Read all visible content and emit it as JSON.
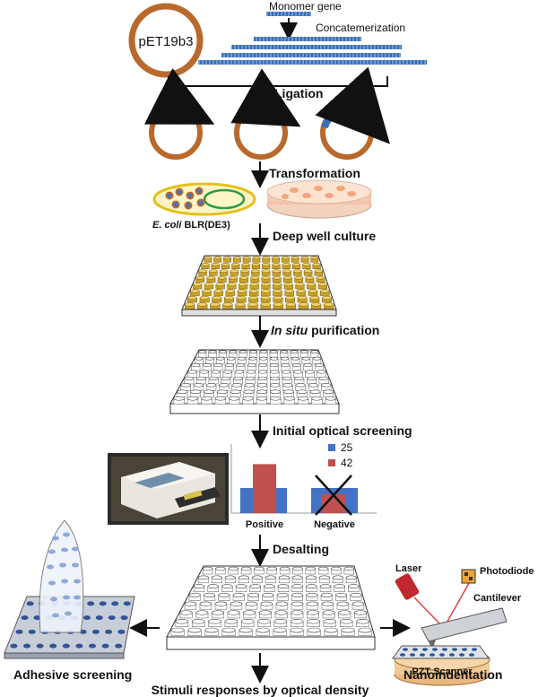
{
  "plasmid_label": "pET19b3",
  "monomer_gene": "Monomer gene",
  "concatemerization": "Concatemerization",
  "steps": {
    "ligation": "Ligation",
    "transformation": "Transformation",
    "deep_well": "Deep well culture",
    "in_situ_italic": "In situ",
    "in_situ_rest": " purification",
    "initial_screening": "Initial optical screening",
    "desalting": "Desalting",
    "stimuli": "Stimuli responses by optical density",
    "adhesive": "Adhesive screening",
    "nanoindentation": "Nanoindentation"
  },
  "ecoli_italic": "E. coli",
  "ecoli_rest": " BLR(DE3)",
  "afm": {
    "laser": "Laser",
    "photodiode": "Photodiode",
    "cantilever": "Cantilever",
    "pzt": "PZT Scanner"
  },
  "colors": {
    "plasmid": "#b8692c",
    "insert": "#3a6fb5",
    "series_25": "#4472c4",
    "series_42": "#c0504d",
    "plate_gold": "#c9a227"
  },
  "chart_data": {
    "type": "bar",
    "categories": [
      "Positive",
      "Negative"
    ],
    "series": [
      {
        "name": "25",
        "values": [
          1.0,
          1.0
        ]
      },
      {
        "name": "42",
        "values": [
          1.95,
          0.75
        ]
      }
    ],
    "legend": "top-right",
    "annotations": [
      "X over Negative"
    ]
  }
}
